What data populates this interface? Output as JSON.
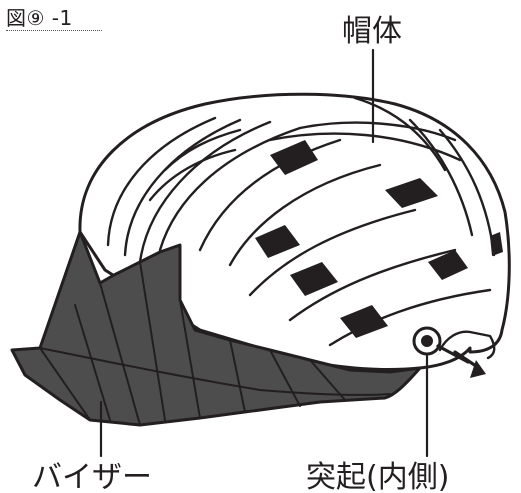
{
  "figure": {
    "number": "図⑨ -1"
  },
  "labels": {
    "shell": "帽体",
    "visor": "バイザー",
    "protrusion": "突起(内側)"
  },
  "colors": {
    "ink": "#231f20",
    "visor_fill": "#4d4d4d",
    "vent_fill": "#231f20",
    "shell_fill": "#ffffff"
  },
  "icons": {
    "pull_direction": "arrow-right-down-icon"
  }
}
